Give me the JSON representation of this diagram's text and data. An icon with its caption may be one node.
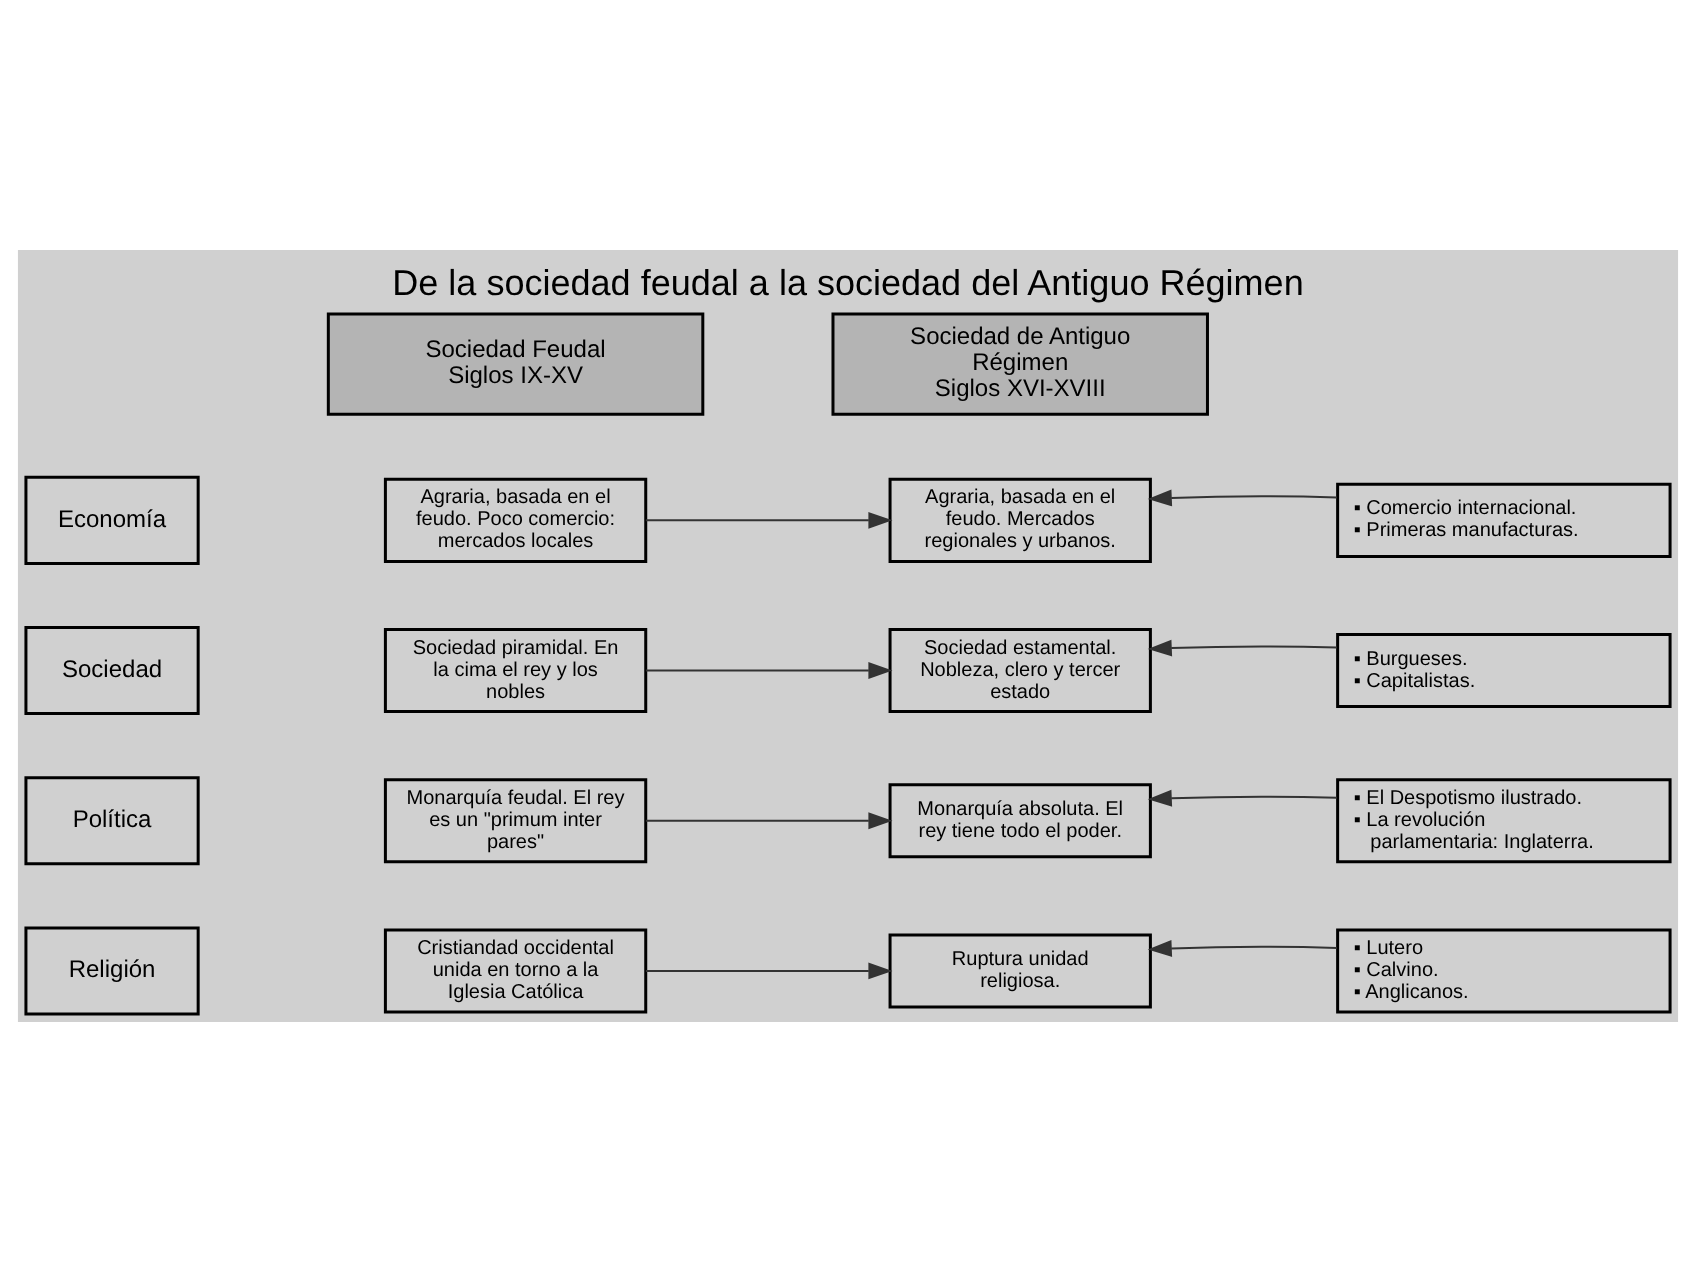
{
  "diagram": {
    "title": "De la sociedad feudal a la sociedad del Antiguo Régimen",
    "nodes": [
      {
        "text": [
          "Sociedad Feudal",
          "Siglos IX-XV"
        ]
      },
      {
        "text": [
          "Sociedad de Antiguo Régimen",
          "Siglos XVI-XVIII"
        ]
      },
      {
        "text": [
          "Economía"
        ]
      },
      {
        "text": [
          "Agraria, basada en el feudo. Poco comercio: mercados locales"
        ]
      },
      {
        "text": [
          "Agraria, basada en el feudo. Mercados regionales y urbanos."
        ]
      },
      {
        "text": [
          "▪ Comercio internacional.",
          "▪ Primeras manufacturas."
        ]
      },
      {
        "text": [
          "Sociedad"
        ]
      },
      {
        "text": [
          "Sociedad piramidal. En la cima el rey y los nobles"
        ]
      },
      {
        "text": [
          "Sociedad estamental. Nobleza, clero y tercer estado"
        ]
      },
      {
        "text": [
          "▪ Burgueses.",
          "▪ Capitalistas."
        ]
      },
      {
        "text": [
          "Política"
        ]
      },
      {
        "text": [
          "Monarquía feudal. El rey es un \"primum inter pares\""
        ]
      },
      {
        "text": [
          "Monarquía absoluta. El rey tiene todo el poder."
        ]
      },
      {
        "text": [
          "▪ El Despotismo ilustrado.",
          "▪ La revolución parlamentaria: Inglaterra."
        ]
      },
      {
        "text": [
          "Religión"
        ]
      },
      {
        "text": [
          "Cristiandad occidental unida en torno a la Iglesia Católica"
        ]
      },
      {
        "text": [
          "Ruptura unidad religiosa."
        ]
      },
      {
        "text": [
          "▪ Lutero",
          "▪ Calvino.",
          "▪ Anglicanos."
        ]
      }
    ],
    "edges": [
      {
        "from": 3,
        "to": 4,
        "arrow": "to"
      },
      {
        "from": 5,
        "to": 4,
        "arrow": "to"
      },
      {
        "from": 7,
        "to": 8,
        "arrow": "to"
      },
      {
        "from": 9,
        "to": 8,
        "arrow": "to"
      },
      {
        "from": 11,
        "to": 12,
        "arrow": "to"
      },
      {
        "from": 13,
        "to": 12,
        "arrow": "to"
      },
      {
        "from": 15,
        "to": 16,
        "arrow": "to"
      },
      {
        "from": 17,
        "to": 16,
        "arrow": "to"
      }
    ]
  }
}
